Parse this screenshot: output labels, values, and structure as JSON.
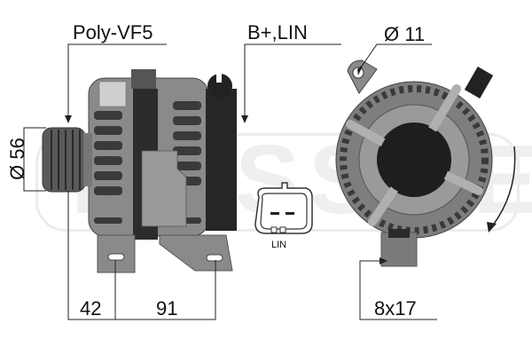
{
  "figure": {
    "type": "technical-drawing",
    "subject": "alternator",
    "watermark": "MESSMER",
    "annotations": {
      "pulley_type": "Poly-VF5",
      "connector": "B+,LIN",
      "mount_hole": "Ø 11",
      "pulley_diameter": "Ø 56",
      "dim_left": "42",
      "dim_right": "91",
      "terminal_size": "8x17",
      "connector_pin_label": "LIN"
    },
    "rotation": "clockwise",
    "colors": {
      "line": "#222222",
      "body_dark": "#2a2a2a",
      "body_mid": "#7a7a7a",
      "body_light": "#b5b5b5",
      "watermark": "#ececec"
    }
  }
}
